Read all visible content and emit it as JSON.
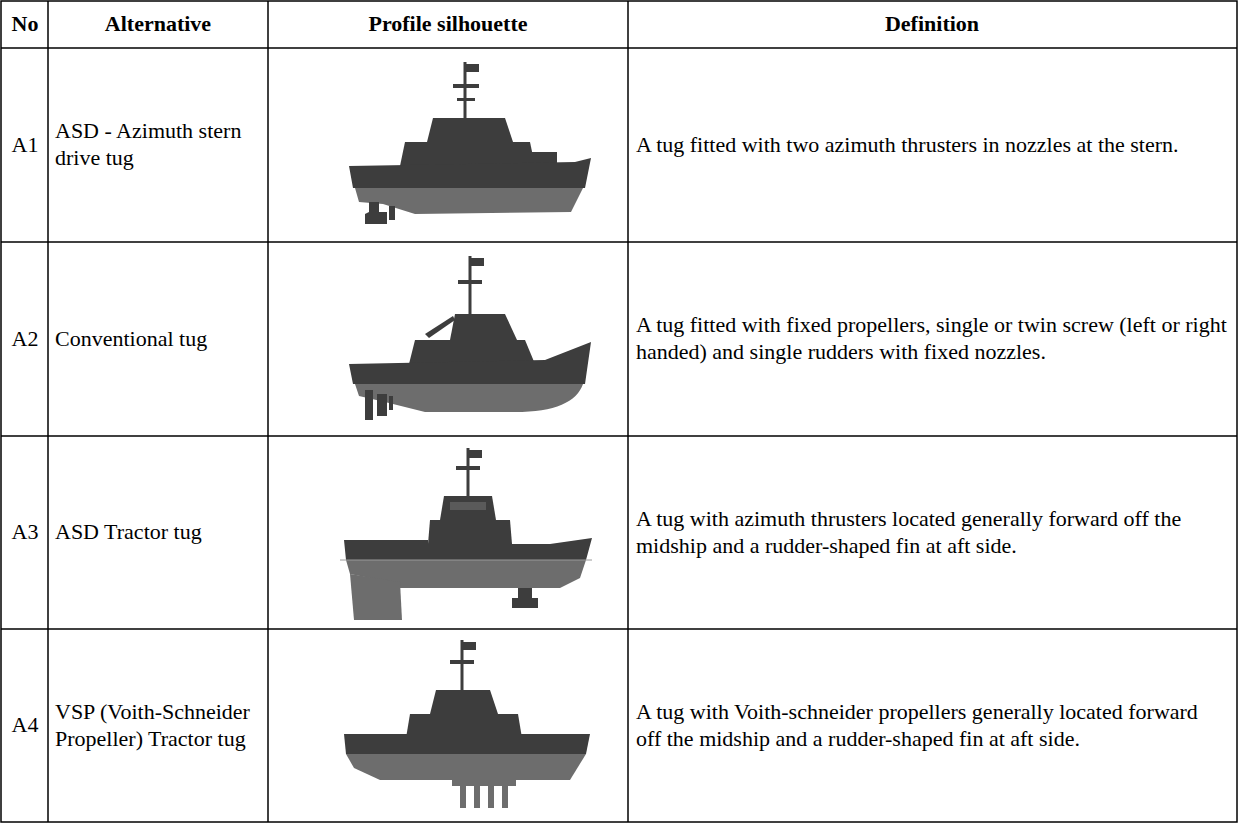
{
  "diagram": {
    "labels": [
      "No",
      "Alternative",
      "Profile silhouette",
      "Definition",
      "A1",
      "ASD - Azimuth stern drive tug",
      "A tug fitted with two azimuth thrusters in nozzles at the stern.",
      "A2",
      "Conventional tug",
      "A tug fitted with fixed propellers, single or twin screw (left or right handed) and single rudders with fixed nozzles.",
      "A3",
      "ASD Tractor tug",
      "A tug with azimuth thrusters located generally forward off the midship and a rudder-shaped fin at aft side.",
      "A4",
      "VSP (Voith-Schneider Propeller) Tractor tug",
      "A tug with Voith-schneider propellers generally located forward off the midship and a rudder-shaped fin at aft side."
    ]
  }
}
